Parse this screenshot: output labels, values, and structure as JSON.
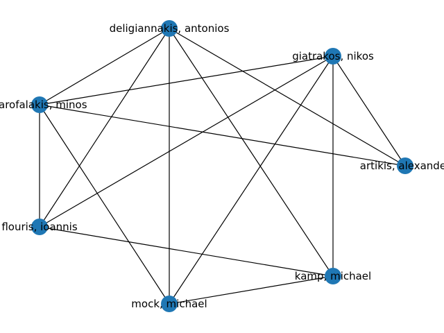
{
  "graph": {
    "node_color": "#1f77b4",
    "edge_color": "#000000",
    "nodes": [
      {
        "id": "deligiannakis",
        "label": "deligiannakis, antonios"
      },
      {
        "id": "giatrakos",
        "label": "giatrakos, nikos"
      },
      {
        "id": "garofalakis",
        "label": "garofalakis, minos"
      },
      {
        "id": "artikis",
        "label": "artikis, alexander"
      },
      {
        "id": "flouris",
        "label": "flouris, ioannis"
      },
      {
        "id": "kamp",
        "label": "kamp, michael"
      },
      {
        "id": "mock",
        "label": "mock, michael"
      }
    ],
    "edges": [
      [
        "deligiannakis",
        "garofalakis"
      ],
      [
        "deligiannakis",
        "flouris"
      ],
      [
        "deligiannakis",
        "mock"
      ],
      [
        "deligiannakis",
        "kamp"
      ],
      [
        "deligiannakis",
        "artikis"
      ],
      [
        "giatrakos",
        "garofalakis"
      ],
      [
        "giatrakos",
        "flouris"
      ],
      [
        "giatrakos",
        "mock"
      ],
      [
        "giatrakos",
        "kamp"
      ],
      [
        "giatrakos",
        "artikis"
      ],
      [
        "garofalakis",
        "artikis"
      ],
      [
        "garofalakis",
        "flouris"
      ],
      [
        "garofalakis",
        "mock"
      ],
      [
        "flouris",
        "kamp"
      ],
      [
        "mock",
        "kamp"
      ]
    ]
  }
}
